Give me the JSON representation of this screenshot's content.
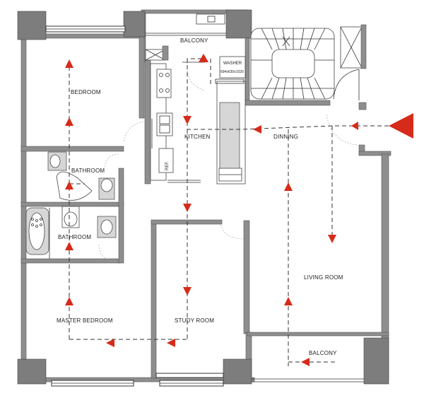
{
  "rooms": {
    "bedroom": "BEDROOM",
    "balcony_top": "BALCONY",
    "kitchen": "KITCHEN",
    "dinning": "DINNING",
    "bathroom_1": "BATHROOM",
    "bathroom_2": "BATHROOM",
    "master_bedroom": "MASTER BEDROOM",
    "study_room": "STUDY ROOM",
    "living_room": "LIVING ROOM",
    "balcony_bottom": "BALCONY"
  },
  "fixtures": {
    "washer": "WASHER",
    "washer_dims": "694x630x1020",
    "fridge": "REF."
  },
  "colors": {
    "arrow": "#d62b1a",
    "wall": "#8e8e8e",
    "column": "#7d7d7d"
  }
}
